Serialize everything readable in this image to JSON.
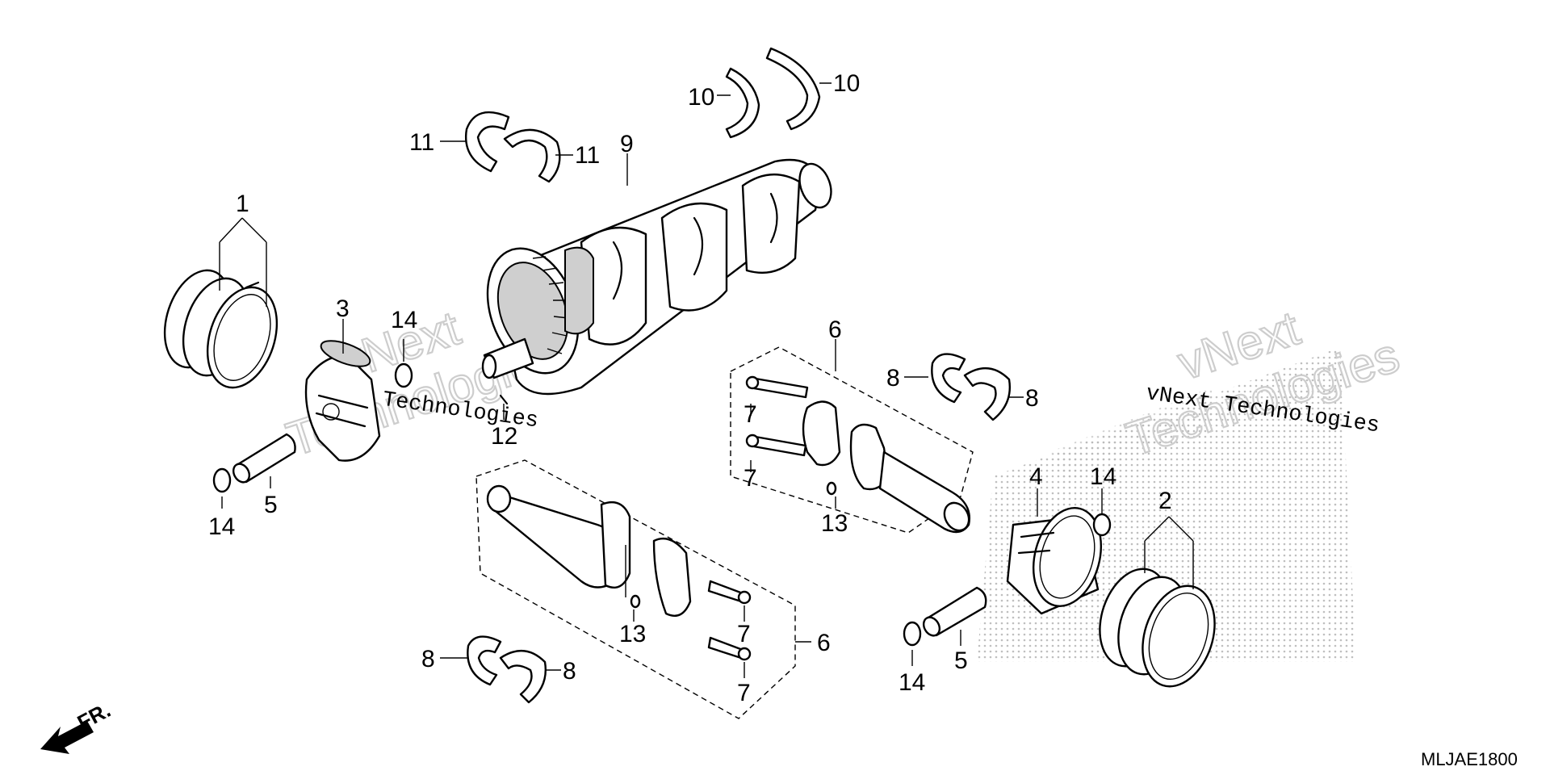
{
  "diagram": {
    "code": "MLJAE1800",
    "direction_label": "FR.",
    "watermark": {
      "text_1": "vNext Technologies",
      "text_2a": "vNext",
      "text_2b": "Technologies"
    },
    "callouts": {
      "c1": "1",
      "c2": "2",
      "c3": "3",
      "c4": "4",
      "c5": "5",
      "c6": "6",
      "c7": "7",
      "c8": "8",
      "c9": "9",
      "c10": "10",
      "c11": "11",
      "c12": "12",
      "c13": "13",
      "c14": "14"
    }
  }
}
